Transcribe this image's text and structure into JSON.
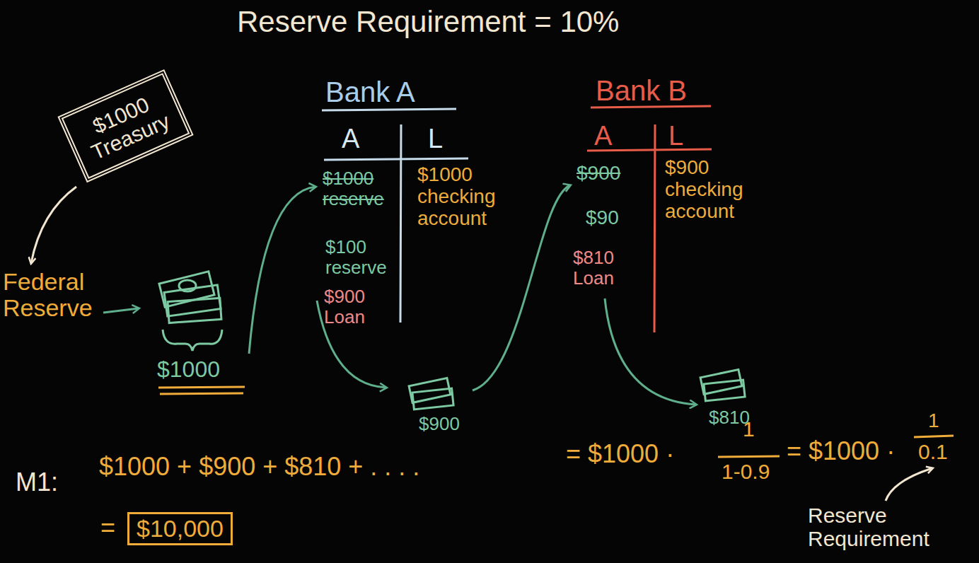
{
  "diagram": {
    "title": "Reserve Requirement = 10%",
    "nodes": [
      {
        "text": [
          "$1000 Treasury"
        ]
      },
      {
        "text": [
          "$10,000"
        ]
      }
    ],
    "labels": [
      "Federal Reserve",
      "$1000",
      "Bank A",
      "A",
      "L",
      "$1000 reserve",
      "$1000 checking account",
      "$100 reserve",
      "$900 Loan",
      "$900",
      "Bank B",
      "A",
      "L",
      "$900",
      "$900 checking account",
      "$90",
      "$810 Loan",
      "$810",
      "M1:",
      "$1000 + $900 + $810 + . . . .",
      "= $1000 ·",
      "1",
      "1-0.9",
      "= $1000 ·",
      "1",
      "0.1",
      "=",
      "Reserve Requirement"
    ]
  }
}
